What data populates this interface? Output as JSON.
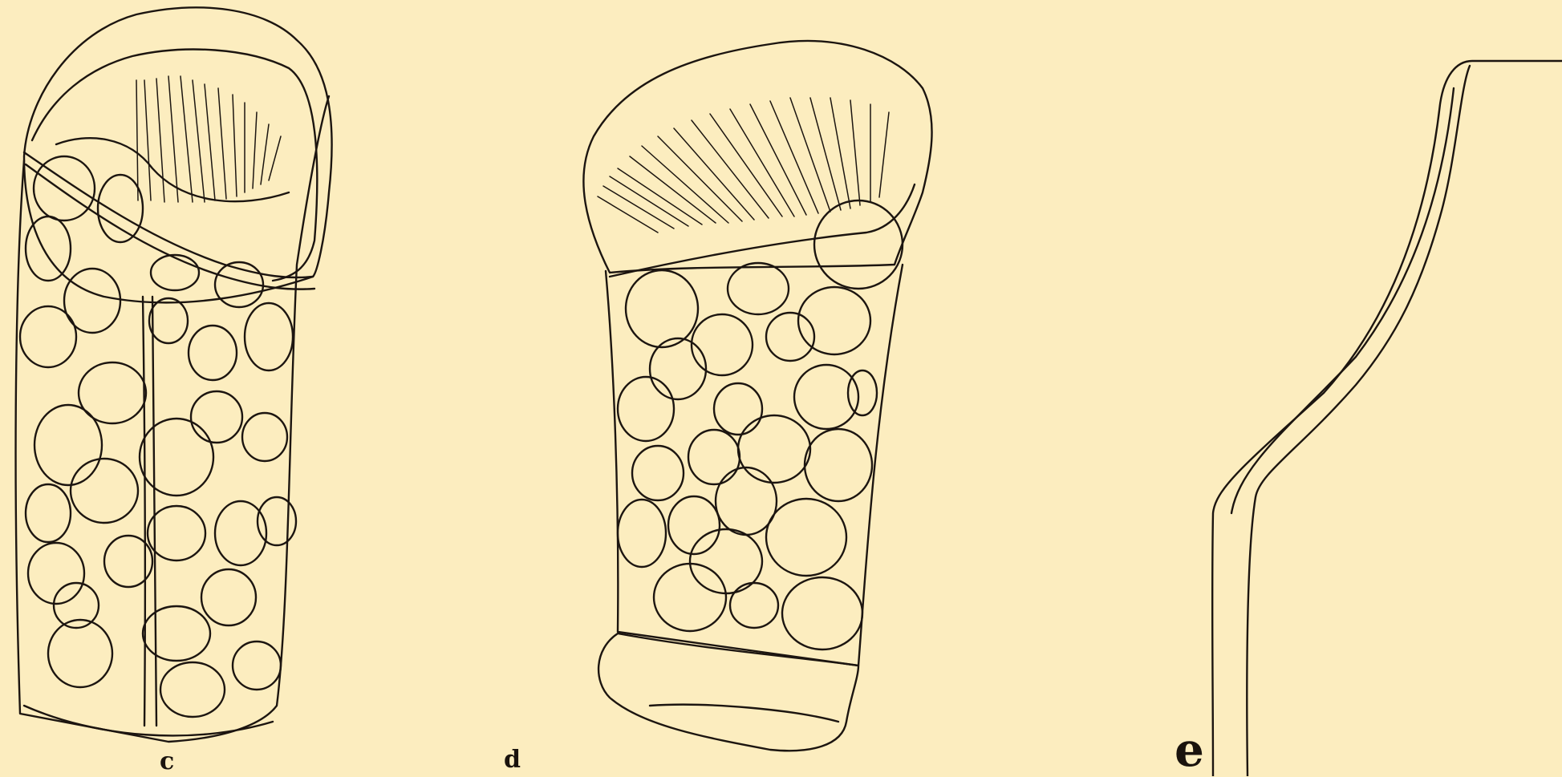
{
  "plate": {
    "background_color": "#fcedbf",
    "ink_color": "#1c1510",
    "figures": [
      {
        "id": "c",
        "label": "c"
      },
      {
        "id": "d",
        "label": "d"
      },
      {
        "id": "e",
        "label": "e"
      }
    ]
  }
}
